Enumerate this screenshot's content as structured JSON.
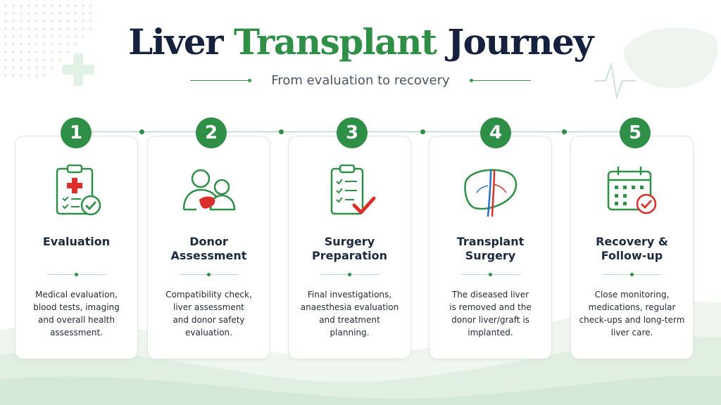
{
  "title": {
    "part1": "Liver",
    "part2": "Transplant",
    "part3": "Journey"
  },
  "subtitle": "From evaluation to recovery",
  "colors": {
    "primary_green": "#2f8f46",
    "navy": "#15213d",
    "accent_red": "#d9302b",
    "light_green": "#e2f1e5"
  },
  "steps": [
    {
      "number": "1",
      "icon": "clipboard-medical-check-icon",
      "title": [
        "Evaluation"
      ],
      "description": [
        "Medical evaluation,",
        "blood tests, imaging",
        "and overall health",
        "assessment."
      ]
    },
    {
      "number": "2",
      "icon": "donor-people-liver-icon",
      "title": [
        "Donor",
        "Assessment"
      ],
      "description": [
        "Compatibility check,",
        "liver assessment",
        "and donor safety",
        "evaluation."
      ]
    },
    {
      "number": "3",
      "icon": "checklist-icon",
      "title": [
        "Surgery",
        "Preparation"
      ],
      "description": [
        "Final investigations,",
        "anaesthesia evaluation",
        "and treatment",
        "planning."
      ]
    },
    {
      "number": "4",
      "icon": "liver-icon",
      "title": [
        "Transplant",
        "Surgery"
      ],
      "description": [
        "The diseased liver",
        "is removed and the",
        "donor liver/graft is",
        "implanted."
      ]
    },
    {
      "number": "5",
      "icon": "calendar-check-icon",
      "title": [
        "Recovery &",
        "Follow-up"
      ],
      "description": [
        "Close monitoring,",
        "medications, regular",
        "check-ups and long-term",
        "liver care."
      ]
    }
  ]
}
